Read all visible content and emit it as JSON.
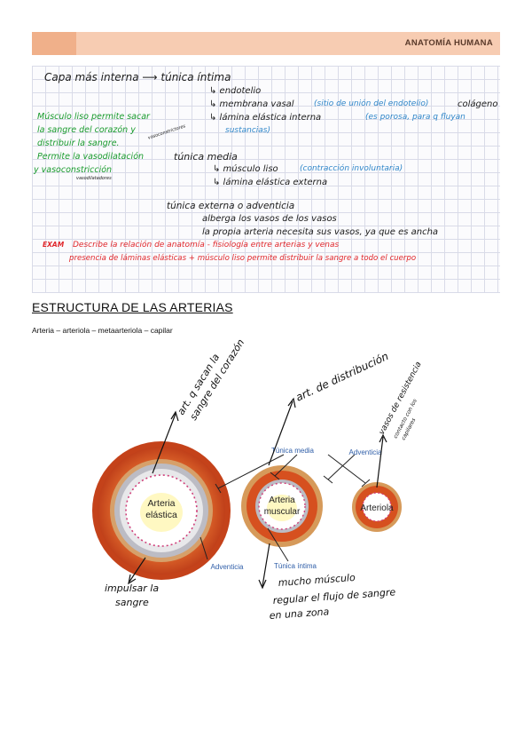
{
  "header": {
    "title": "ANATOMÍA HUMANA"
  },
  "notes": {
    "line1": "Capa más interna ⟶ túnica íntima",
    "endotelio": "↳ endotelio",
    "membrana": "↳ membrana vasal",
    "membrana_note": "(sitio de unión del endotelio)",
    "colageno": "colágeno",
    "lamina": "↳ lámina elástica interna",
    "lamina_note": "(es porosa, para q fluyan",
    "lamina_note2": "sustancias)",
    "green1": "Músculo liso permite sacar",
    "green2": "la sangre del corazón y",
    "green3": "distribuir la sangre.",
    "green4": "Permite la vasodilatación",
    "green5": "y vasoconstricción",
    "tiny1": "vasoconstrictores",
    "tiny2": "vasodilatadores",
    "media": "túnica media",
    "musculo": "↳ músculo liso",
    "musculo_note": "(contracción involuntaria)",
    "lamina_ext": "↳ lámina elástica externa",
    "externa": "túnica externa o adventicia",
    "alberga": "alberga los vasos de los vasos",
    "propia": "la propia arteria necesita sus vasos, ya que es ancha",
    "exam_tag": "EXAM",
    "red1": "Describe la relación de anatomía - fisiología entre arterias y venas",
    "red2": "presencia de láminas elásticas + músculo liso permite distribuir la sangre a todo el cuerpo"
  },
  "section": {
    "title": "ESTRUCTURA DE LAS ARTERIAS",
    "subtitle": "Arteria – arteriola – metaarteriola – capilar"
  },
  "diagram": {
    "label_elastica": [
      "Arteria",
      "elástica"
    ],
    "label_muscular": [
      "Arteria",
      "muscular"
    ],
    "label_arteriola": "Arteriola",
    "tunica_media": "Túnica media",
    "adventicia_top": "Adventicia",
    "adventicia_bottom": "Adventicia",
    "tunica_intima": "Túnica íntima",
    "hand_saca": [
      "art. q sacan la",
      "sangre del corazón"
    ],
    "hand_distribucion": "art. de distribución",
    "hand_vasos": [
      "vasos de resistencia",
      "contacto con los",
      "capilares"
    ],
    "hand_impulsar": [
      "impulsar la",
      "sangre"
    ],
    "hand_mucho": [
      "mucho músculo",
      "regular el flujo de sangre",
      "en una zona"
    ],
    "colors": {
      "outer": "#d6501f",
      "outer_edge": "#b83a18",
      "grey": "#bcbcc4",
      "lumen": "#fff8c2",
      "label": "#2f5ea8",
      "dots": "#d0407a"
    }
  }
}
